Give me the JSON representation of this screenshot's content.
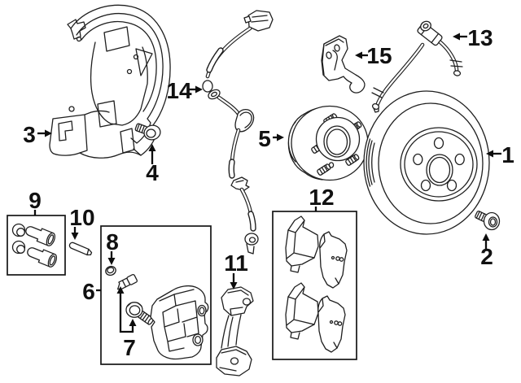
{
  "page": {
    "background": "#ffffff",
    "line_color": "#1f1f1f",
    "label_color": "#111111"
  },
  "diagram": {
    "type": "exploded-parts-diagram",
    "subject": "front-disc-brake-components",
    "callouts": [
      {
        "label": "1",
        "part": "brake-rotor"
      },
      {
        "label": "2",
        "part": "rotor-set-screw"
      },
      {
        "label": "3",
        "part": "splash-shield"
      },
      {
        "label": "4",
        "part": "shield-bolt"
      },
      {
        "label": "5",
        "part": "hub-and-bearing"
      },
      {
        "label": "6",
        "part": "caliper-assembly-group"
      },
      {
        "label": "7",
        "part": "caliper-guide-bolts"
      },
      {
        "label": "8",
        "part": "bleeder-screw-cap"
      },
      {
        "label": "9",
        "part": "caliper-bushing-kit"
      },
      {
        "label": "10",
        "part": "guide-pin"
      },
      {
        "label": "11",
        "part": "caliper-mount-bracket"
      },
      {
        "label": "12",
        "part": "brake-pad-set"
      },
      {
        "label": "13",
        "part": "brake-hose"
      },
      {
        "label": "14",
        "part": "abs-wheel-speed-sensor"
      },
      {
        "label": "15",
        "part": "hose-bracket"
      }
    ]
  }
}
